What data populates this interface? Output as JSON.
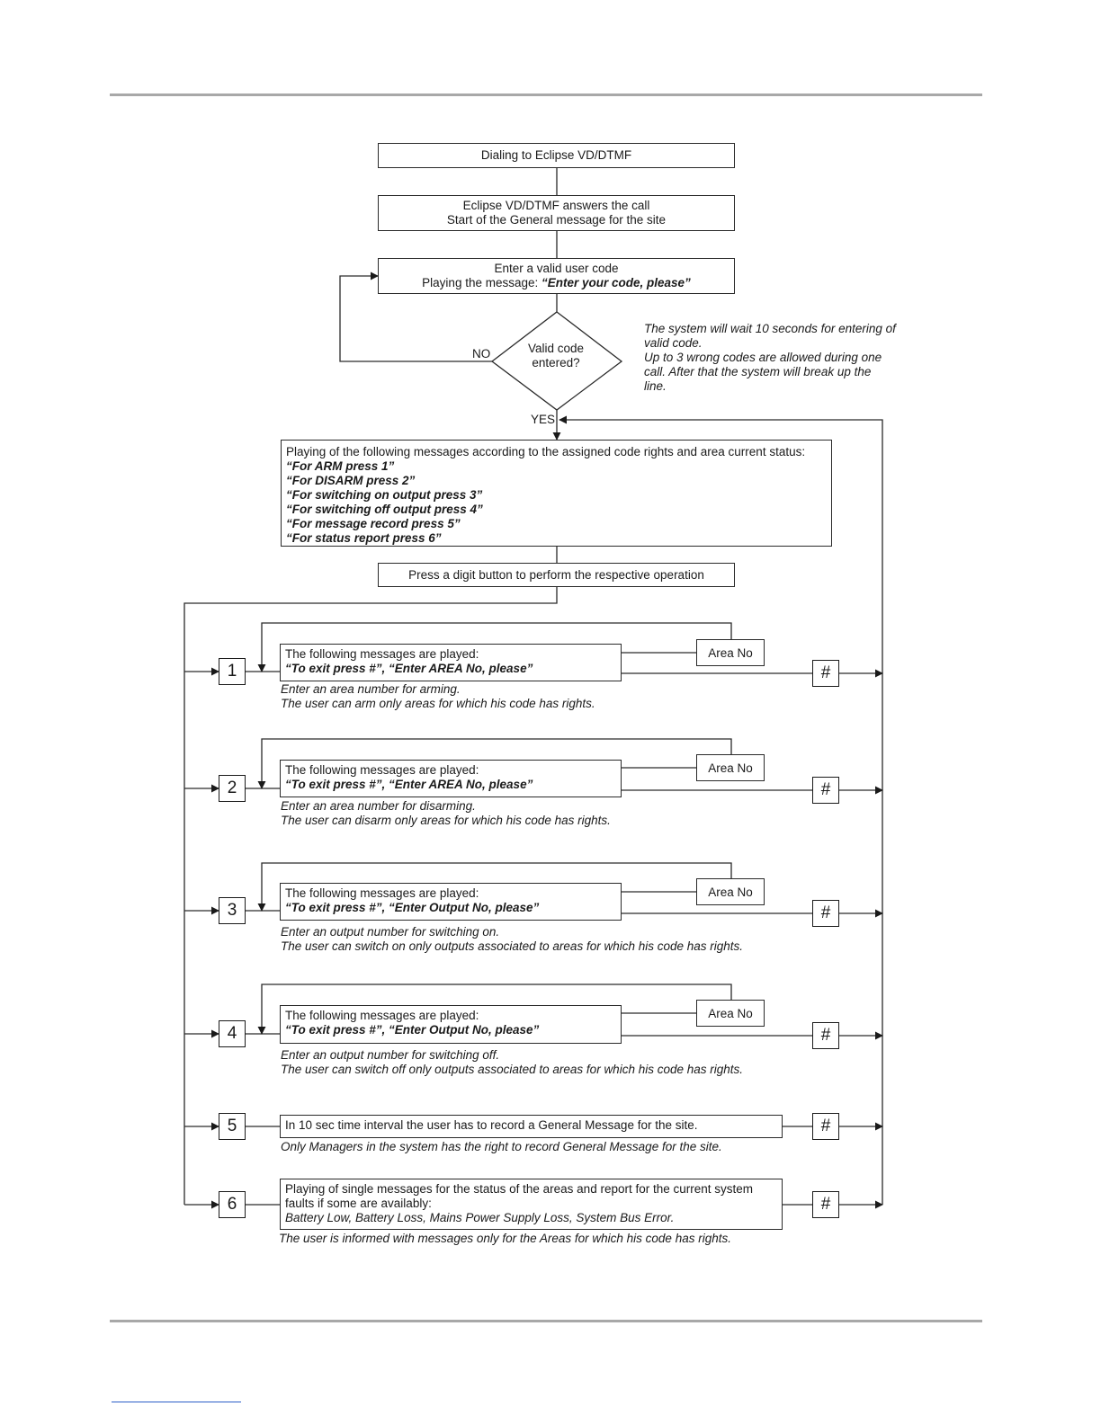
{
  "flow": {
    "dialing": "Dialing to Eclipse VD/DTMF",
    "answers_line1": "Eclipse VD/DTMF answers the call",
    "answers_line2": "Start of the General message for the site",
    "enter_code_line1": "Enter a valid user code",
    "enter_code_line2_prefix": "Playing the message: ",
    "enter_code_line2_bold": "“Enter your code, please”",
    "decision_line1": "Valid code",
    "decision_line2": "entered?",
    "no_label": "NO",
    "yes_label": "YES",
    "wait_note": [
      "The system will wait 10 seconds for entering of",
      "valid code.",
      "Up to 3 wrong codes are allowed during one",
      "call. After that the system will break up the",
      "line."
    ],
    "menu_header": "Playing of the following messages according to the assigned code rights and area current status:",
    "menu_items": [
      "“For ARM press 1”",
      "“For DISARM press 2”",
      "“For switching on output press 3”",
      "“For switching off output press 4”",
      "“For message record press 5”",
      "“For status report press 6”"
    ],
    "press_digit": "Press a digit button to perform the respective operation",
    "area_no": "Area No",
    "hash": "#"
  },
  "branches": [
    {
      "digit": "1",
      "line1": "The following messages are played:",
      "line2": "“To exit press #”, “Enter AREA No, please”",
      "note1": "Enter an area number for arming.",
      "note2": "The user can arm only areas for which his code has rights."
    },
    {
      "digit": "2",
      "line1": "The following messages are played:",
      "line2": "“To exit press #”, “Enter AREA No, please”",
      "note1": "Enter an area number for disarming.",
      "note2": "The user can disarm only areas for which his code has rights."
    },
    {
      "digit": "3",
      "line1": "The following messages are played:",
      "line2": "“To exit press #”, “Enter Output No, please”",
      "note1": "Enter an output number for switching on.",
      "note2": "The user can switch on only outputs associated to areas for which his code has rights."
    },
    {
      "digit": "4",
      "line1": "The following messages are played:",
      "line2": "“To exit press #”, “Enter Output No, please”",
      "note1": "Enter an output number for switching off.",
      "note2": "The user can switch off only outputs associated to areas for which his code has rights."
    },
    {
      "digit": "5",
      "line1": "In 10 sec time interval the user has to record a General Message for the site.",
      "note1": "Only Managers in the system has the right to record General Message for the site."
    },
    {
      "digit": "6",
      "line1": "Playing of single messages for the status of the areas and report for the current system",
      "line2": "faults if some are availably:",
      "line3": "Battery Low, Battery Loss, Mains Power Supply  Loss, System Bus Error.",
      "note1": "The user is informed with messages only for the Areas for which his code has rights."
    }
  ]
}
